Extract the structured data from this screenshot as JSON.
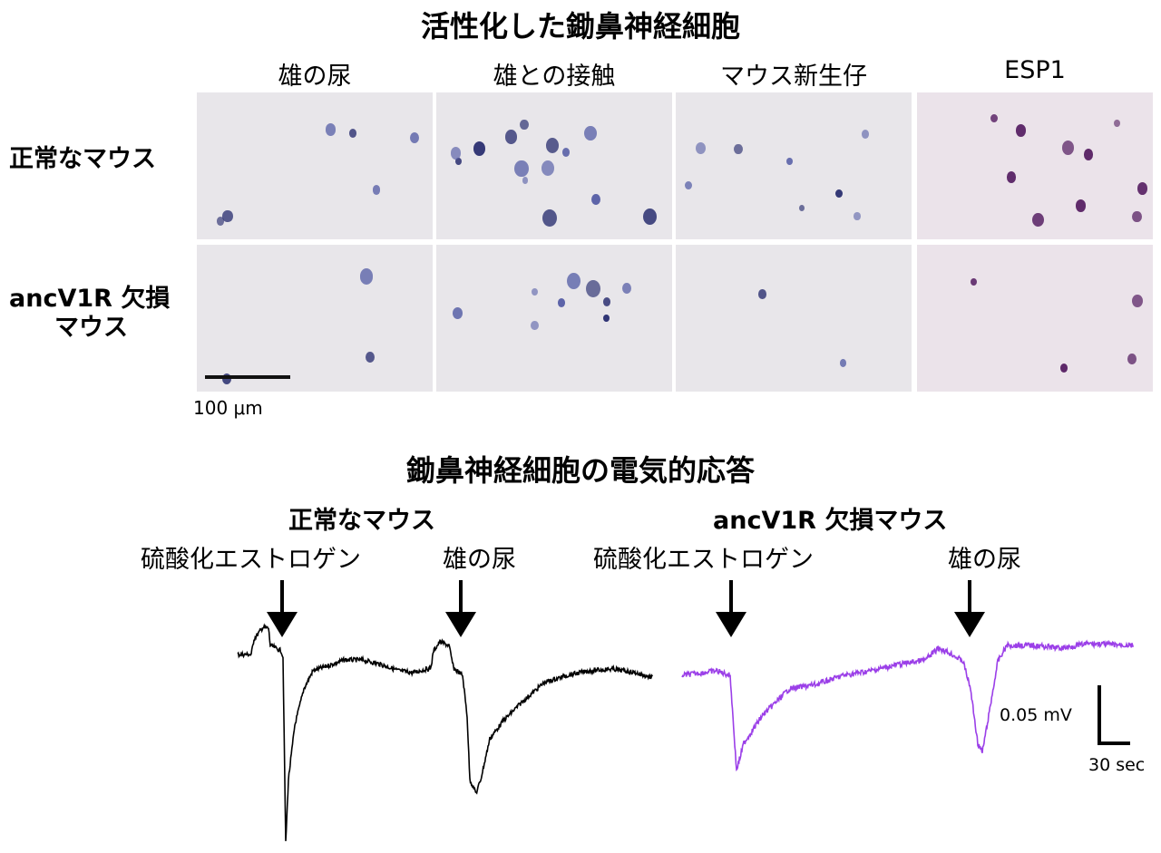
{
  "top": {
    "title": "活性化した鋤鼻神経細胞",
    "columns": [
      "雄の尿",
      "雄との接触",
      "マウス新生仔",
      "ESP1"
    ],
    "rows": [
      "正常なマウス",
      "ancV1R 欠損",
      "マウス"
    ],
    "scale_label": "100 μm"
  },
  "bottom": {
    "title": "鋤鼻神経細胞の電気的応答",
    "groups": [
      {
        "name": "正常なマウス",
        "stimuli": [
          "硫酸化エストロゲン",
          "雄の尿"
        ],
        "color": "#000000"
      },
      {
        "name": "ancV1R 欠損マウス",
        "stimuli": [
          "硫酸化エストロゲン",
          "雄の尿"
        ],
        "color": "#9b3fe8"
      }
    ],
    "scale_v": "0.05 mV",
    "scale_t": "30 sec"
  }
}
